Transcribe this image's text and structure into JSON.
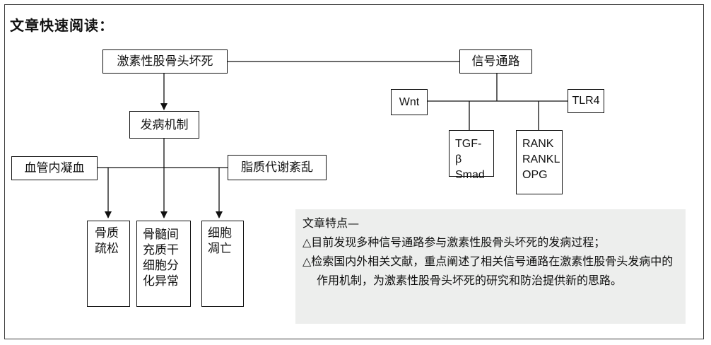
{
  "heading": "文章快速阅读：",
  "boxes": {
    "avascular_necrosis": "激素性股骨头坏死",
    "pathogenesis": "发病机制",
    "intravascular_coagulation": "血管内凝血",
    "lipid_disorder": "脂质代谢紊乱",
    "osteoporosis": [
      "骨质",
      "疏松"
    ],
    "stem_cell_abnormality": [
      "骨髓间",
      "充质干",
      "细胞分",
      "化异常"
    ],
    "cell_apoptosis": [
      "细胞",
      "凋亡"
    ],
    "signaling_pathways": "信号通路",
    "wnt": "Wnt",
    "tlr4": "TLR4",
    "tgf_smad": [
      "TGF-β",
      "Smad"
    ],
    "rank_group": [
      "RANK",
      "RANKL",
      "OPG"
    ]
  },
  "features": {
    "title": "文章特点—",
    "items": [
      "△目前发现多种信号通路参与激素性股骨头坏死的发病过程；",
      "△检索国内外相关文献，重点阐述了相关信号通路在激素性股骨头发病中的作用机制，为激素性股骨头坏死的研究和防治提供新的思路。"
    ]
  }
}
